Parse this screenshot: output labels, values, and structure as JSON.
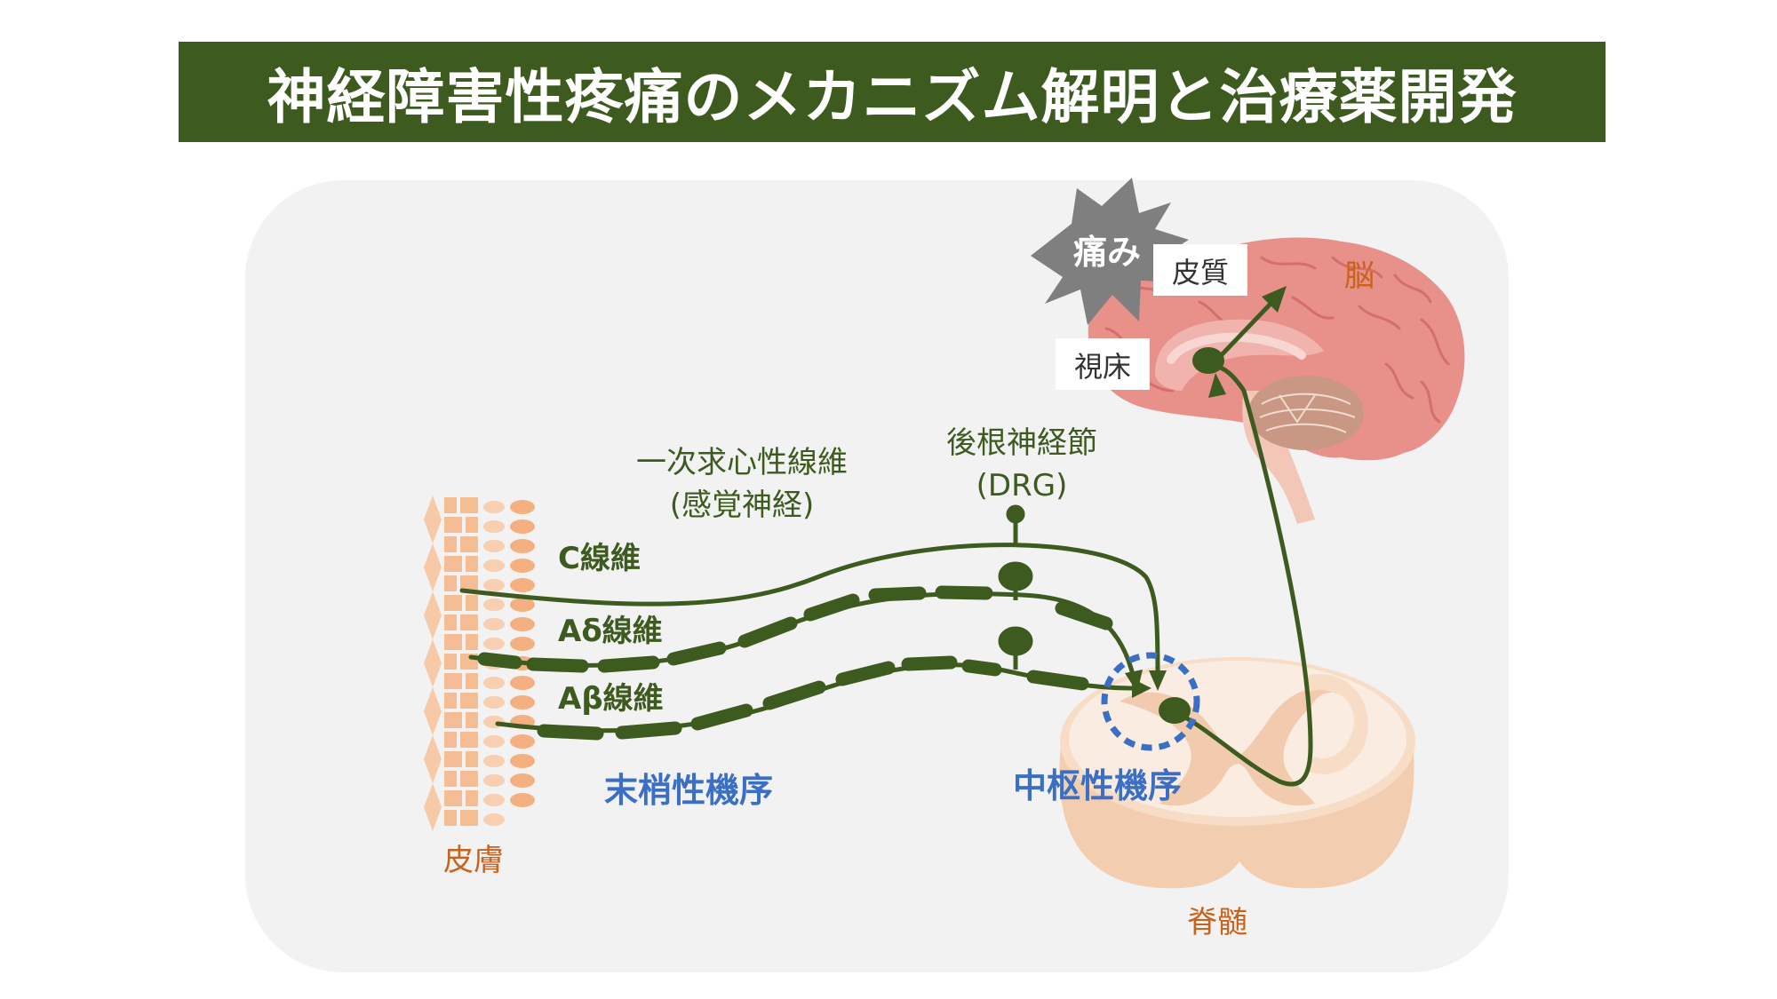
{
  "title": "神経障害性疼痛のメカニズム解明と治療薬開発",
  "labels": {
    "pain": "痛み",
    "cortex": "皮質",
    "brain": "脳",
    "thalamus": "視床",
    "drg_line1": "後根神経節",
    "drg_line2": "(DRG)",
    "afferent_line1": "一次求心性線維",
    "afferent_line2": "(感覚神経)",
    "c_fiber": "C線維",
    "ad_fiber": "Aδ線維",
    "ab_fiber": "Aβ線維",
    "peripheral": "末梢性機序",
    "central": "中枢性機序",
    "skin": "皮膚",
    "spinal_cord": "脊髄"
  },
  "colors": {
    "title_bg": "#3d5a1f",
    "nerve": "#3d5a1f",
    "mechanism_text": "#3a6fc4",
    "organ_text": "#c8631d",
    "panel_bg": "#f2f2f2",
    "skin": "#f4b98c",
    "brain": "#e8908a",
    "dashed_circle": "#3a6fc4"
  }
}
